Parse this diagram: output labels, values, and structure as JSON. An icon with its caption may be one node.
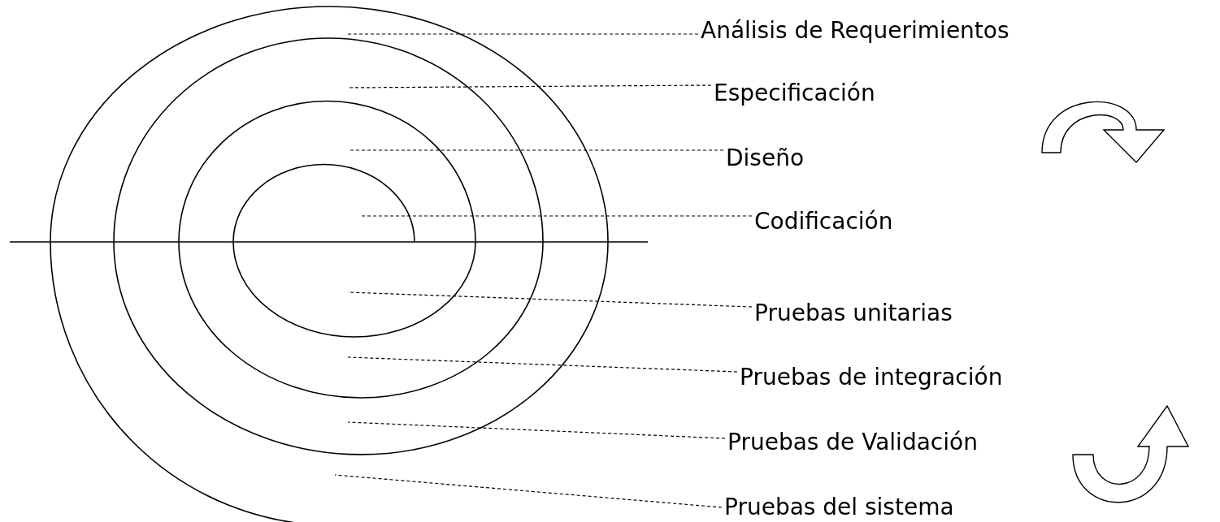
{
  "diagram": {
    "nodes": [
      {
        "text": [
          "Análisis de Requerimientos"
        ]
      },
      {
        "text": [
          "Especificación"
        ]
      },
      {
        "text": [
          "Diseño"
        ]
      },
      {
        "text": [
          "Codificación"
        ]
      },
      {
        "text": [
          "Pruebas unitarias"
        ]
      },
      {
        "text": [
          "Pruebas de integración"
        ]
      },
      {
        "text": [
          "Pruebas de Validación"
        ]
      },
      {
        "text": [
          "Pruebas del sistema"
        ]
      }
    ],
    "edges": [
      {
        "from": 0,
        "to": null,
        "arrow": "none",
        "style": "dashed"
      },
      {
        "from": 1,
        "to": null,
        "arrow": "none",
        "style": "dashed"
      },
      {
        "from": 2,
        "to": null,
        "arrow": "none",
        "style": "dashed"
      },
      {
        "from": 3,
        "to": null,
        "arrow": "none",
        "style": "dashed"
      },
      {
        "from": 4,
        "to": null,
        "arrow": "none",
        "style": "dashed"
      },
      {
        "from": 5,
        "to": null,
        "arrow": "none",
        "style": "dashed"
      },
      {
        "from": 6,
        "to": null,
        "arrow": "none",
        "style": "dashed"
      },
      {
        "from": 7,
        "to": null,
        "arrow": "none",
        "style": "dashed"
      }
    ]
  }
}
